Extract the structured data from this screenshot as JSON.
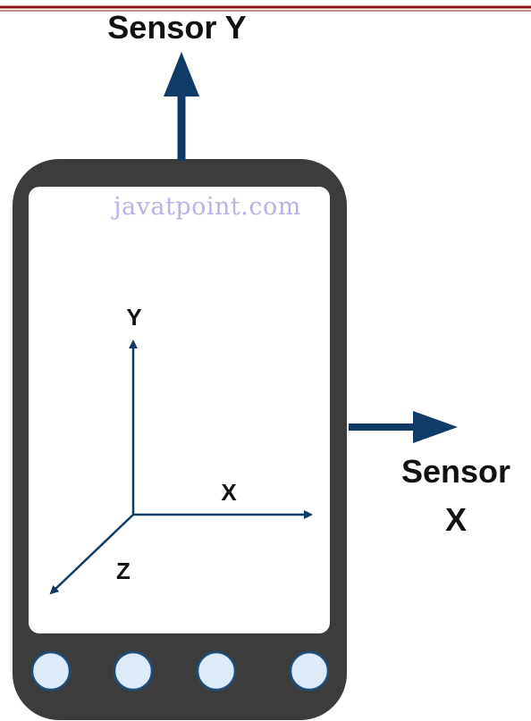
{
  "header_rule_color": "#8b1a1a",
  "phone": {
    "frame_color": "#3c3c3c",
    "screen_color": "#ffffff",
    "button_fill": "#dceafa",
    "button_stroke": "#1f4e79",
    "button_count": 4
  },
  "arrow_color": "#0f3b66",
  "labels": {
    "sensor_y": "Sensor Y",
    "sensor_x_line1": "Sensor",
    "sensor_x_line2": "X",
    "axis_y": "Y",
    "axis_x": "X",
    "axis_z": "Z"
  },
  "watermark": "javatpoint.com"
}
